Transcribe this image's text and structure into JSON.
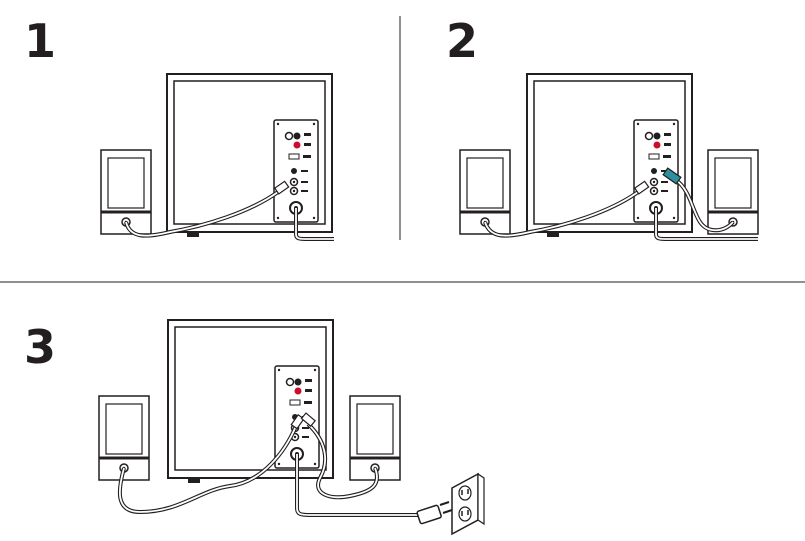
{
  "steps": [
    {
      "number": "1"
    },
    {
      "number": "2"
    },
    {
      "number": "3"
    }
  ],
  "colors": {
    "line": "#231f20",
    "cable_fill": "#ffffff",
    "connector_highlight": "#2e8fa3",
    "red_jack": "#c8102e"
  },
  "icons": [
    "subwoofer",
    "satellite-speaker",
    "audio-cable",
    "power-cord",
    "wall-outlet"
  ]
}
